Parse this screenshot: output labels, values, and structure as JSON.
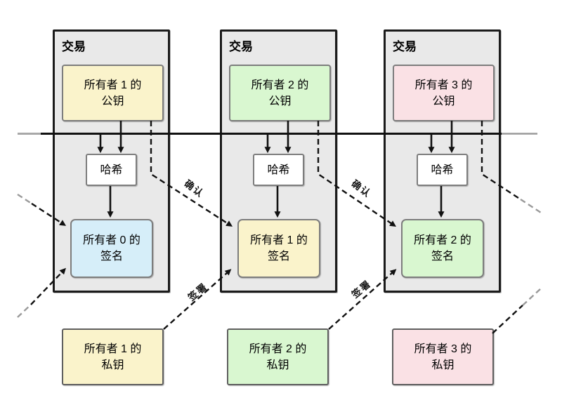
{
  "transactions": [
    {
      "title": "交易",
      "public_key": {
        "line1": "所有者 1 的",
        "line2": "公钥"
      },
      "hash": "哈希",
      "signature": {
        "line1": "所有者 0 的",
        "line2": "签名"
      }
    },
    {
      "title": "交易",
      "public_key": {
        "line1": "所有者 2 的",
        "line2": "公钥"
      },
      "hash": "哈希",
      "signature": {
        "line1": "所有者 1 的",
        "line2": "签名"
      }
    },
    {
      "title": "交易",
      "public_key": {
        "line1": "所有者 3 的",
        "line2": "公钥"
      },
      "hash": "哈希",
      "signature": {
        "line1": "所有者 2 的",
        "line2": "签名"
      }
    }
  ],
  "private_keys": [
    {
      "line1": "所有者 1 的",
      "line2": "私钥"
    },
    {
      "line1": "所有者 2 的",
      "line2": "私钥"
    },
    {
      "line1": "所有者 3 的",
      "line2": "私钥"
    }
  ],
  "edge_labels": {
    "verify_1": "确认",
    "sign_1": "签署",
    "verify_2": "确认",
    "sign_2": "签署"
  },
  "colors": {
    "owner1_fill": "#FAF3CB",
    "owner2_fill": "#D9F7D0",
    "owner3_fill": "#FAE1E5",
    "owner0_signature_fill": "#D6EEF9",
    "hash_fill": "#FFFFFF",
    "transaction_fill": "#E9E9E9",
    "transaction_border": "#1B1B1B",
    "inner_border": "#7D7D7D",
    "line_color": "#111111"
  }
}
